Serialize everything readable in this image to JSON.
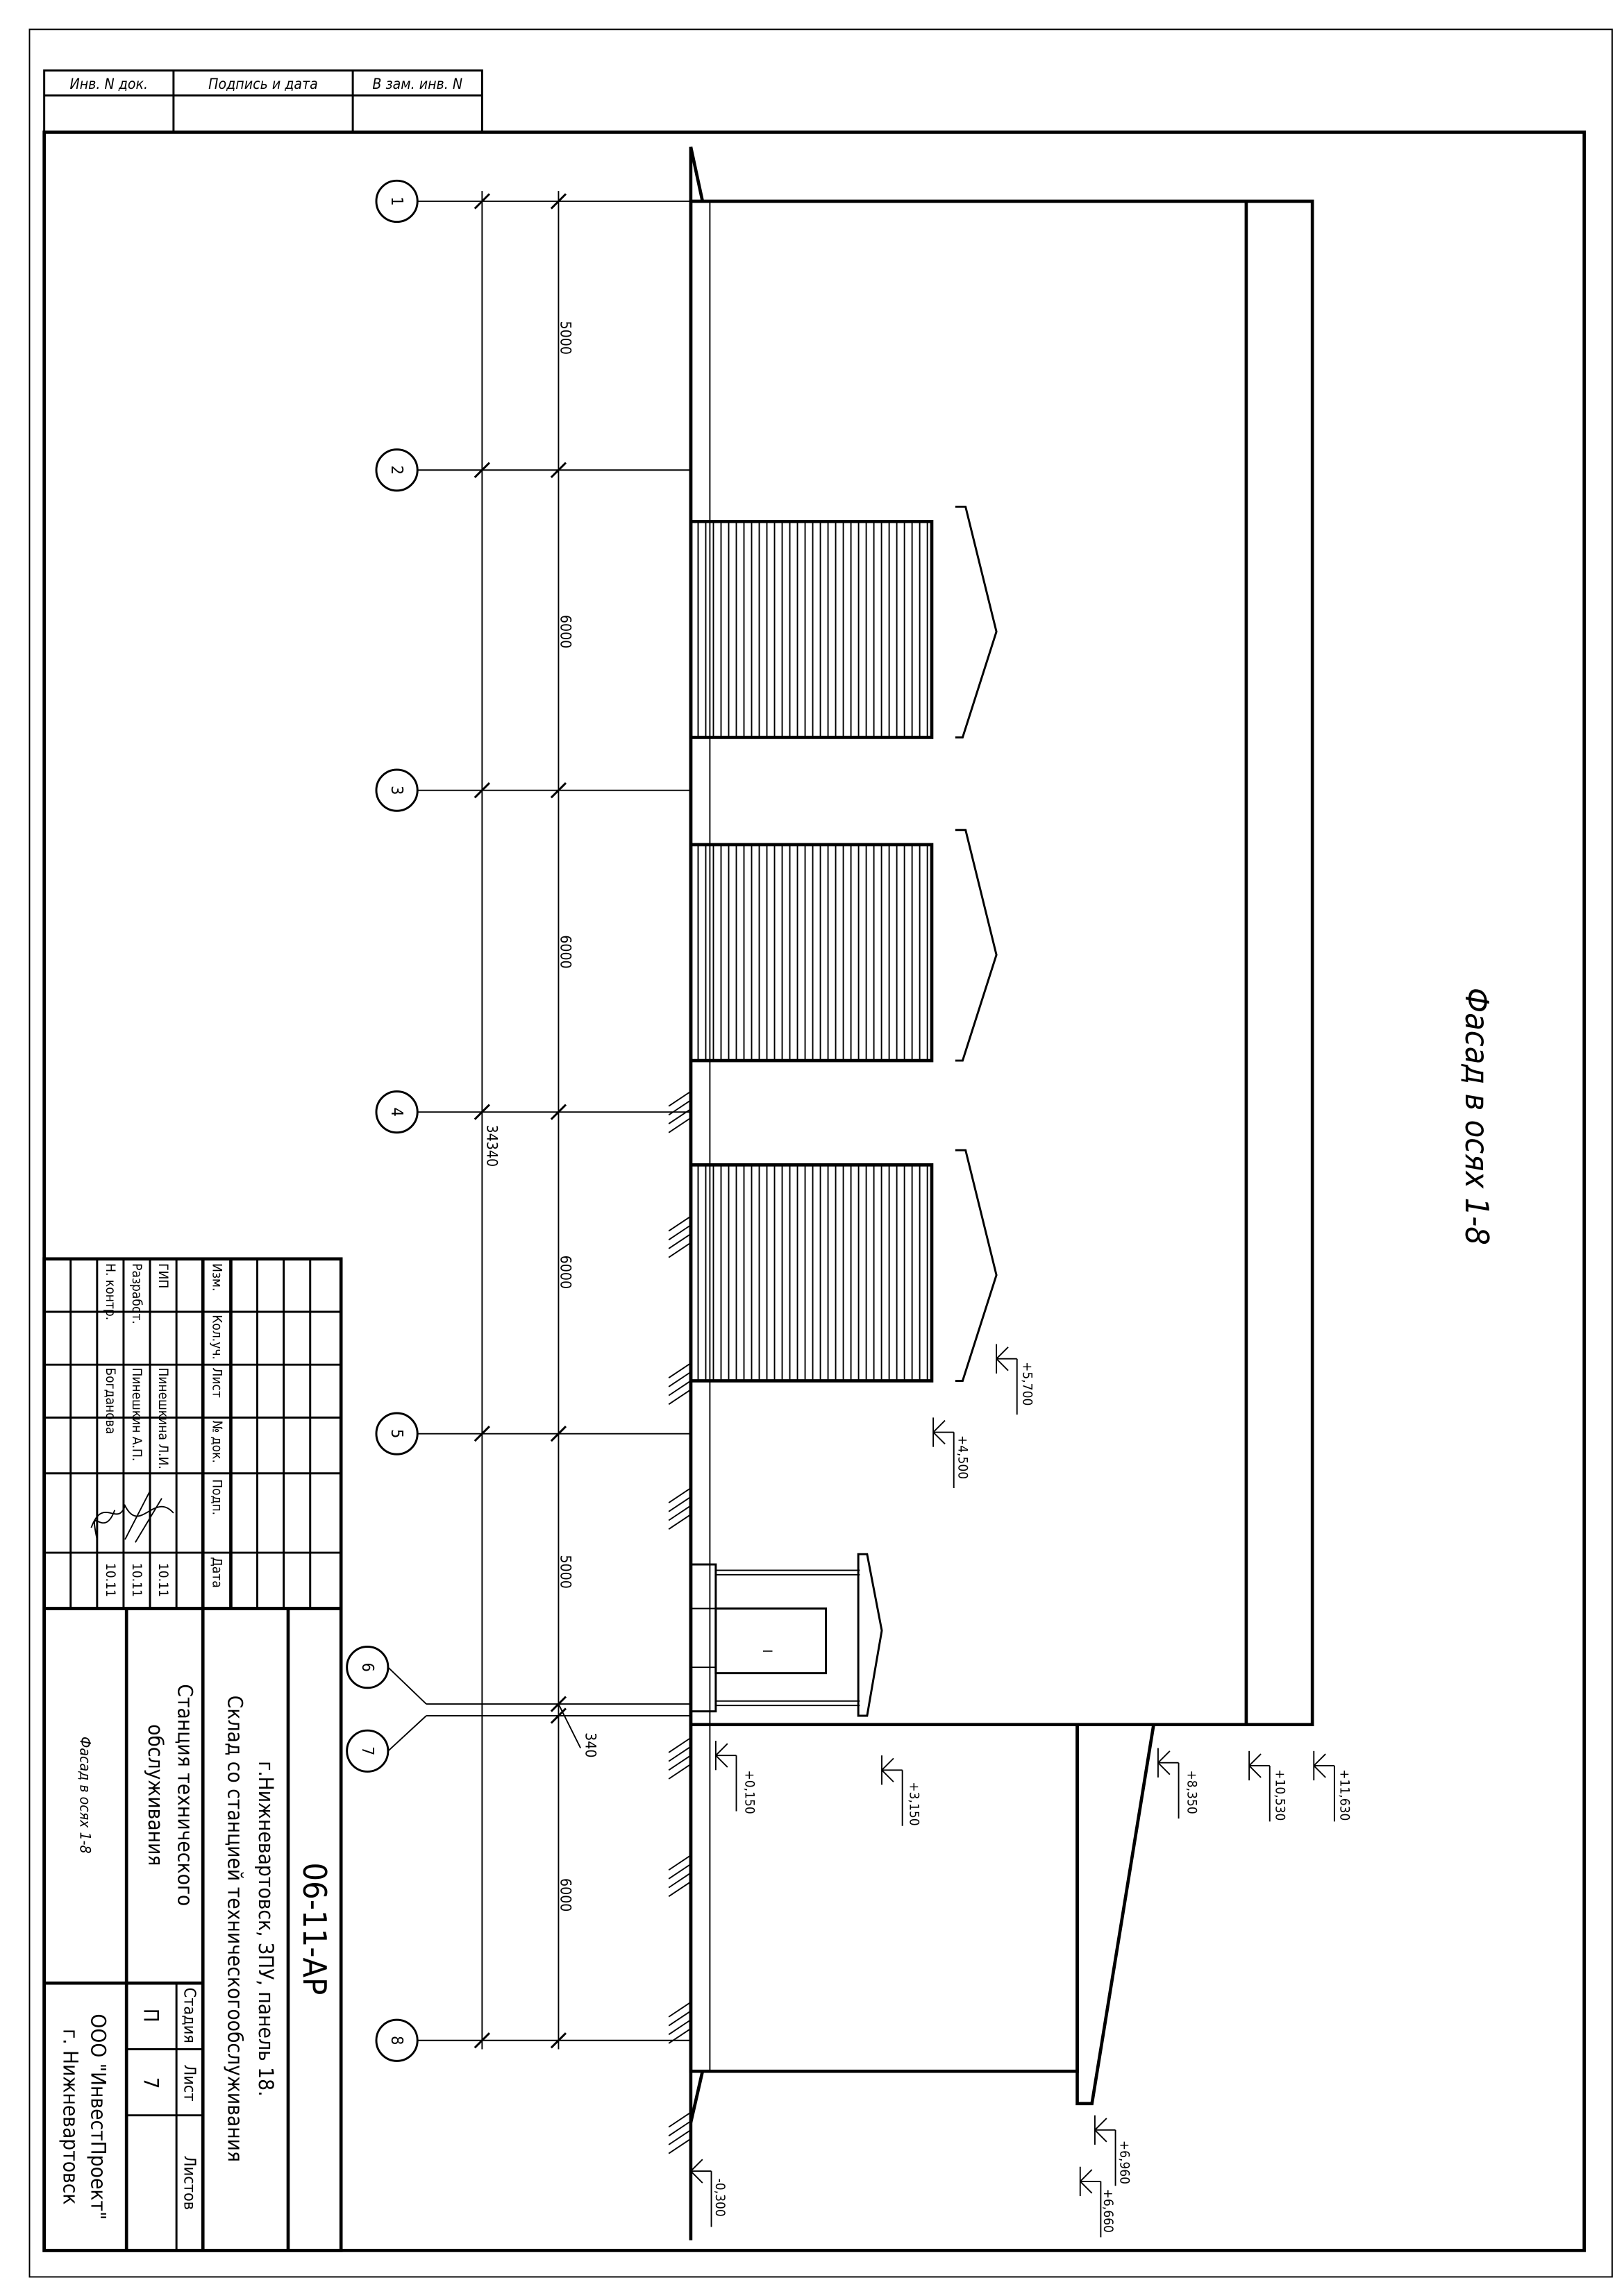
{
  "sheet_stamp_top": {
    "inv_doc": "Инв. N док.",
    "sign_date": "Подпись и дата",
    "replace_inv": "В зам. инв. N"
  },
  "drawing_title": "Фасад в осях 1-8",
  "axes": [
    "1",
    "2",
    "3",
    "4",
    "5",
    "6",
    "7",
    "8"
  ],
  "dimensions": {
    "total": "34340",
    "spans": [
      "5000",
      "6000",
      "6000",
      "6000",
      "5000",
      "340",
      "6000"
    ]
  },
  "levels": [
    "+5,700",
    "+4,500",
    "+0,150",
    "+3,150",
    "+8,350",
    "+10,530",
    "+11,630",
    "+6,960",
    "+6,660",
    "-0,300"
  ],
  "door_label": "I",
  "title_block": {
    "code": "06-11-АР",
    "location": "г.Нижневартовск, ЗПУ, панель 18.",
    "object": "Склад со станцией техническогообслуживания",
    "building_line1": "Станция технического",
    "building_line2": "обслуживания",
    "sheet_name": "Фасад в осях 1-8",
    "stage_header": "Стадия",
    "sheet_header": "Лист",
    "sheets_header": "Листов",
    "stage": "П",
    "sheet": "7",
    "company_line1": "ООО \"ИнвестПроект\"",
    "company_line2": "г. Нижневартовск",
    "headers": [
      "Изм.",
      "Кол.уч.",
      "Лист",
      "№ док.",
      "Подп.",
      "Дата"
    ],
    "roles": [
      "ГИП",
      "Разработ.",
      "Н. контр."
    ],
    "names": [
      "Пинешкина Л.И.",
      "Пинешкин А.П.",
      "Богданова"
    ],
    "dates": [
      "10.11",
      "10.11",
      "10.11"
    ]
  }
}
